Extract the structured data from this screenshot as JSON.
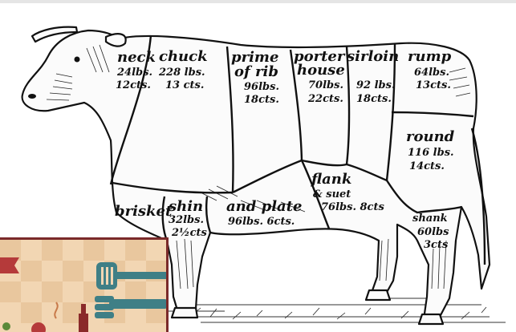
{
  "diagram": {
    "cuts": [
      {
        "id": "neck",
        "name": "neck",
        "lines": [
          "24lbs.",
          "12cts."
        ]
      },
      {
        "id": "chuck",
        "name": "chuck",
        "lines": [
          "228 lbs.",
          "13 cts."
        ]
      },
      {
        "id": "prime-rib",
        "name": "prime",
        "name2": "of rib",
        "lines": [
          "96lbs.",
          "18cts."
        ]
      },
      {
        "id": "porterhouse",
        "name": "porter",
        "name2": "house",
        "lines": [
          "70lbs.",
          "22cts."
        ]
      },
      {
        "id": "sirloin",
        "name": "sirloin",
        "lines": [
          "92 lbs.",
          "18cts."
        ]
      },
      {
        "id": "rump",
        "name": "rump",
        "lines": [
          "64lbs.",
          "13cts."
        ]
      },
      {
        "id": "round",
        "name": "round",
        "lines": [
          "116 lbs.",
          "14cts."
        ]
      },
      {
        "id": "flank",
        "name": "flank",
        "name2": "& suet",
        "lines": [
          "76lbs. 8cts"
        ]
      },
      {
        "id": "brisket",
        "name": "brisket",
        "lines": []
      },
      {
        "id": "shin",
        "name": "shin",
        "lines": [
          "32lbs.",
          "2½cts"
        ]
      },
      {
        "id": "plate",
        "name": "and plate",
        "lines": [
          "96lbs. 6cts."
        ]
      },
      {
        "id": "shank",
        "name": "shank",
        "lines": [
          "60lbs",
          "3cts"
        ]
      }
    ]
  },
  "thumbnail": {
    "colors": {
      "bg": "#f2d6b3",
      "check": "#e9c79e",
      "accent": "#8a2a2a",
      "utensil": "#3f7f86",
      "label": "#b53a3a"
    }
  }
}
